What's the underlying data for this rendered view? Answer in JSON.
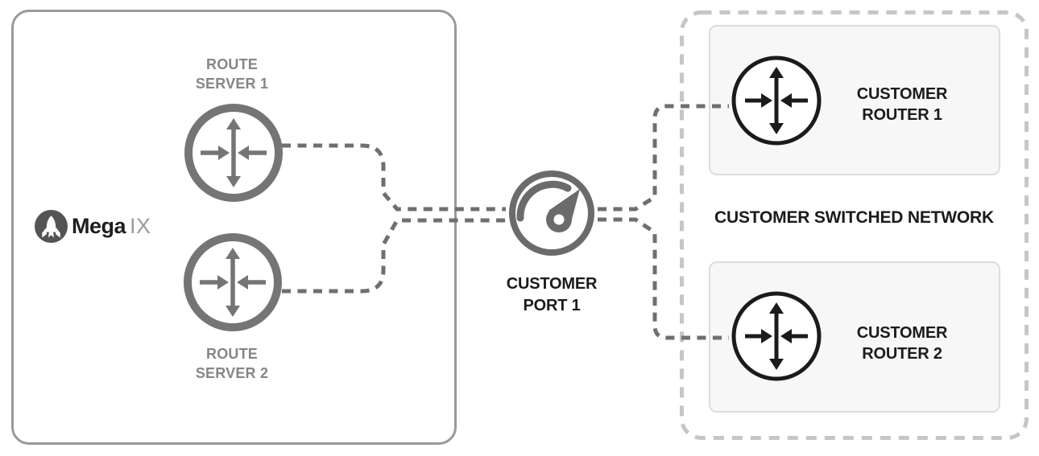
{
  "diagram_type": "network-topology",
  "colors": {
    "panel_border": "#9a9a9a",
    "network_dashed_border": "#c6c6c6",
    "connection_line": "#6f6f6f",
    "route_server_node": "#757575",
    "customer_router_node": "#1b1b1b",
    "gauge_node": "#6b6b6b",
    "label_gray": "#868686",
    "label_black": "#1b1b1b",
    "router_box_fill": "#f7f7f7",
    "router_box_border": "#dcdcdc",
    "logo_circle": "#545454"
  },
  "megaix_panel": {
    "logo": {
      "bold": "Mega",
      "light": "IX"
    },
    "route_server_1": {
      "line1": "ROUTE",
      "line2": "SERVER 1"
    },
    "route_server_2": {
      "line1": "ROUTE",
      "line2": "SERVER 2"
    }
  },
  "customer_port": {
    "line1": "CUSTOMER",
    "line2": "PORT 1"
  },
  "customer_network": {
    "title": "CUSTOMER SWITCHED NETWORK",
    "router_1": {
      "line1": "CUSTOMER",
      "line2": "ROUTER 1"
    },
    "router_2": {
      "line1": "CUSTOMER",
      "line2": "ROUTER 2"
    }
  },
  "icons": {
    "logo": "rocket-icon",
    "route_server": "router-icon",
    "customer_port": "gauge-icon",
    "customer_router": "router-icon"
  },
  "connections": [
    "route-server-1 to customer-port-1",
    "route-server-2 to customer-port-1",
    "customer-port-1 to customer-router-1",
    "customer-port-1 to customer-router-2"
  ]
}
